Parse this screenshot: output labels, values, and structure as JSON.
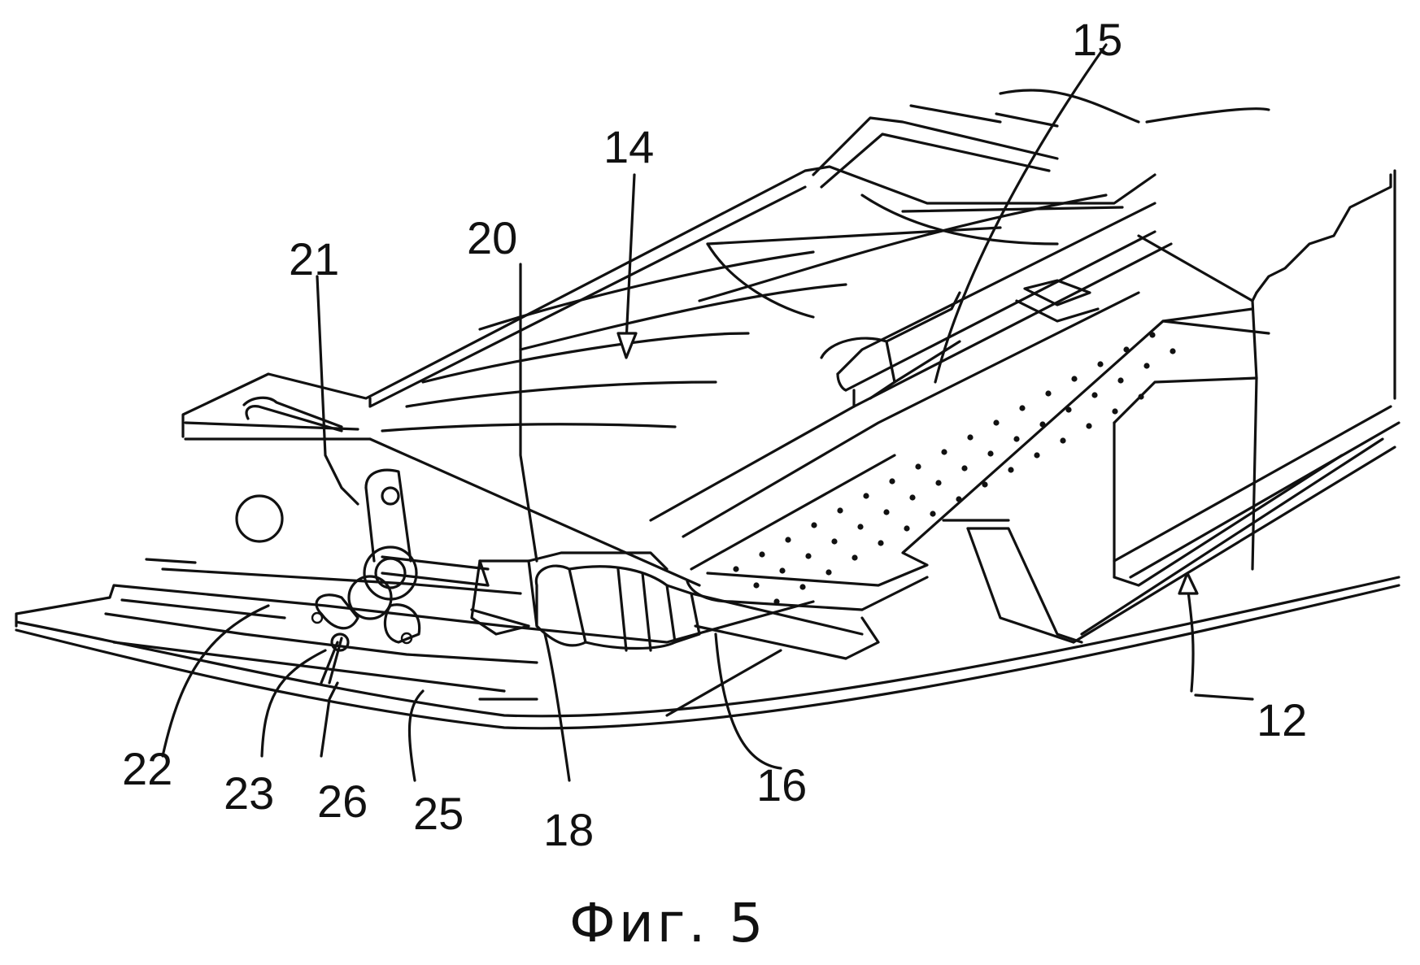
{
  "figure": {
    "caption": "Фиг. 5"
  },
  "labels": {
    "l12": "12",
    "l14": "14",
    "l15": "15",
    "l16": "16",
    "l18": "18",
    "l20": "20",
    "l21": "21",
    "l22": "22",
    "l23": "23",
    "l25": "25",
    "l26": "26"
  },
  "colors": {
    "ink": "#111111",
    "paper": "#ffffff"
  }
}
